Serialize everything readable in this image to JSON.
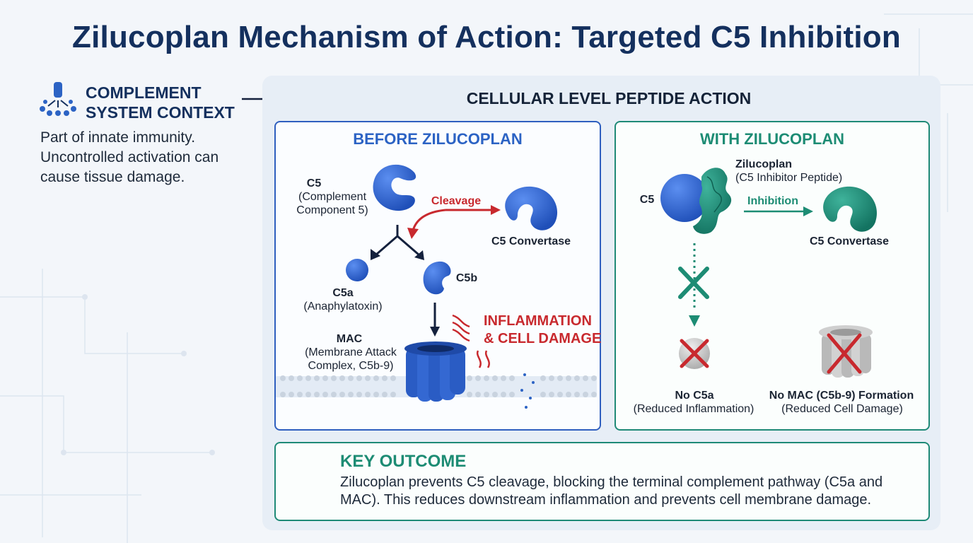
{
  "title": "Zilucoplan Mechanism of Action: Targeted C5 Inhibition",
  "context": {
    "heading_line1": "COMPLEMENT",
    "heading_line2": "SYSTEM CONTEXT",
    "icon": "complement-cascade-icon",
    "body": "Part of innate immunity. Uncontrolled activation can cause tissue damage."
  },
  "panel": {
    "title": "CELLULAR LEVEL PEPTIDE ACTION",
    "before": {
      "title": "BEFORE ZILUCOPLAN",
      "c5_name": "C5",
      "c5_desc_line1": "(Complement",
      "c5_desc_line2": "Component 5)",
      "cleavage": "Cleavage",
      "convertase": "C5 Convertase",
      "c5a_name": "C5a",
      "c5a_desc": "(Anaphylatoxin)",
      "c5b_name": "C5b",
      "mac_name": "MAC",
      "mac_desc_line1": "(Membrane Attack",
      "mac_desc_line2": "Complex, C5b-9)",
      "effect_line1": "INFLAMMATION",
      "effect_line2": "& CELL DAMAGE"
    },
    "with": {
      "title": "WITH ZILUCOPLAN",
      "drug_name": "Zilucoplan",
      "drug_desc": "(C5 Inhibitor Peptide)",
      "c5_name": "C5",
      "inhibition": "Inhibition",
      "convertase": "C5 Convertase",
      "no_c5a": "No C5a",
      "no_c5a_desc": "(Reduced Inflammation)",
      "no_mac": "No MAC (C5b-9) Formation",
      "no_mac_desc": "(Reduced Cell Damage)"
    }
  },
  "outcome": {
    "icon": "checkmark-icon",
    "heading": "KEY OUTCOME",
    "body": "Zilucoplan prevents C5 cleavage, blocking the terminal complement pathway (C5a and MAC). This reduces downstream inflammation and prevents cell membrane damage."
  },
  "colors": {
    "navy": "#14305e",
    "blue": "#2c63c4",
    "teal": "#1d8c74",
    "red": "#c8292e"
  }
}
